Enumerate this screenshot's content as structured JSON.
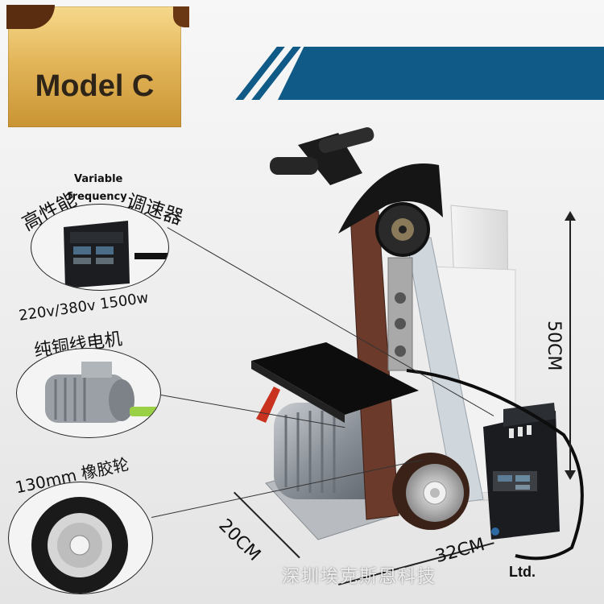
{
  "header": {
    "model_label": "Model C"
  },
  "callouts": {
    "controller": {
      "prefix": "高性能",
      "english_line1": "Variable",
      "english_line2": "frequency",
      "suffix": "调速器"
    },
    "motor": {
      "specs": "220v/380v  1500w",
      "name": "纯铜线电机"
    },
    "wheel": {
      "label": "130mm  橡胶轮"
    }
  },
  "dimensions": {
    "height": "50CM",
    "depth": "20CM",
    "width": "32CM"
  },
  "footer": {
    "watermark": "深圳埃克斯恩科技",
    "company_suffix": "Ltd."
  },
  "colors": {
    "banner_blue": "#0f5a86",
    "badge_gold": "#e3b65a",
    "belt_brown": "#6b3a2a",
    "metal_black": "#151515"
  }
}
